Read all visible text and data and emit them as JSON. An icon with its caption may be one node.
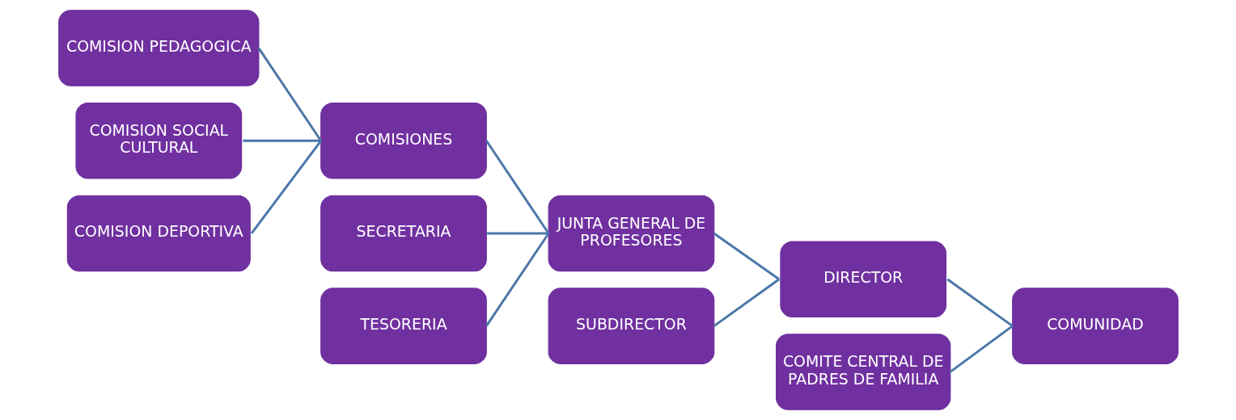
{
  "diagram": {
    "nodes": [
      {
        "text": [
          "COMISION PEDAGOGICA"
        ]
      },
      {
        "text": [
          "COMISION SOCIAL CULTURAL"
        ]
      },
      {
        "text": [
          "COMISION DEPORTIVA"
        ]
      },
      {
        "text": [
          "SECRETARIA"
        ]
      },
      {
        "text": [
          "TESORERIA"
        ]
      },
      {
        "text": [
          "COMISIONES"
        ]
      },
      {
        "text": [
          "JUNTA GENERAL DE PROFESORES"
        ]
      },
      {
        "text": [
          "SUBDIRECTOR"
        ]
      },
      {
        "text": [
          "DIRECTOR"
        ]
      },
      {
        "text": [
          "COMITE CENTRAL DE PADRES DE FAMILIA"
        ]
      },
      {
        "text": [
          "COMUNIDAD"
        ]
      }
    ],
    "edges": [
      {
        "from": 0,
        "to": 5,
        "arrow": "none"
      },
      {
        "from": 1,
        "to": 5,
        "arrow": "none"
      },
      {
        "from": 2,
        "to": 5,
        "arrow": "none"
      },
      {
        "from": 3,
        "to": 6,
        "arrow": "none"
      },
      {
        "from": 4,
        "to": 6,
        "arrow": "none"
      },
      {
        "from": 5,
        "to": 6,
        "arrow": "none"
      },
      {
        "from": 6,
        "to": 8,
        "arrow": "none"
      },
      {
        "from": 7,
        "to": 8,
        "arrow": "none"
      },
      {
        "from": 8,
        "to": 10,
        "arrow": "none"
      },
      {
        "from": 9,
        "to": 10,
        "arrow": "none"
      }
    ]
  }
}
